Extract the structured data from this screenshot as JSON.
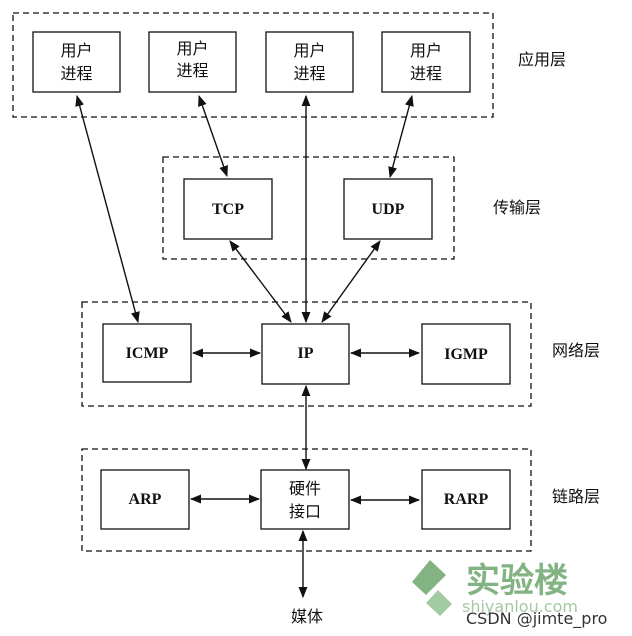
{
  "layers": {
    "app": "应用层",
    "transport": "传输层",
    "network": "网络层",
    "link": "链路层"
  },
  "nodes": {
    "user_process_1": [
      "用户",
      "进程"
    ],
    "user_process_2": [
      "用户",
      "进程"
    ],
    "user_process_3": [
      "用户",
      "进程"
    ],
    "user_process_4": [
      "用户",
      "进程"
    ],
    "tcp": "TCP",
    "udp": "UDP",
    "icmp": "ICMP",
    "ip": "IP",
    "igmp": "IGMP",
    "arp": "ARP",
    "hw_interface": [
      "硬件",
      "接口"
    ],
    "rarp": "RARP",
    "medium": "媒体"
  },
  "watermark": {
    "brand": "实验楼",
    "domain": "shiyanlou.com",
    "csdn": "CSDN @jimte_pro"
  },
  "colors": {
    "stroke": "#111111",
    "watermark_green": "#5a9a5a"
  }
}
